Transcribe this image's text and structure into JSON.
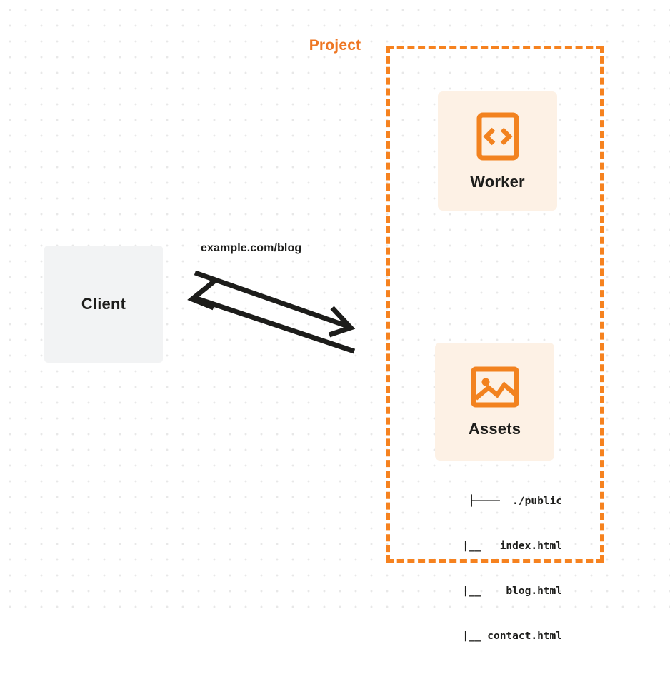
{
  "diagram": {
    "background": {
      "style": "dot-grid",
      "dot_color": "#e8e8e8",
      "page_color": "#ffffff"
    },
    "colors": {
      "accent_orange": "#f6821f",
      "title_orange": "#ee7623",
      "card_fill": "#fdf1e5",
      "client_fill": "#f2f3f4",
      "text_dark": "#1d1d1b",
      "arrow_stroke": "#1d1d1b"
    },
    "client": {
      "label": "Client",
      "icon": "none"
    },
    "connection": {
      "label": "example.com/blog",
      "arrows": [
        {
          "name": "request-arrow",
          "direction": "client-to-project"
        },
        {
          "name": "response-arrow",
          "direction": "project-to-client"
        }
      ]
    },
    "project": {
      "title": "Project",
      "border_style": "dashed",
      "nodes": [
        {
          "label": "Worker",
          "icon": "code-brackets-icon",
          "icon_glyph": "<>"
        },
        {
          "label": "Assets",
          "icon": "image-icon"
        }
      ]
    },
    "file_tree": {
      "rows": [
        {
          "prefix": "├────",
          "name": "./public"
        },
        {
          "prefix": "|__",
          "name": "index.html"
        },
        {
          "prefix": "|__",
          "name": "blog.html"
        },
        {
          "prefix": "|__",
          "name": "contact.html"
        }
      ],
      "lines": [
        "├────  ./public",
        "  |__   index.html",
        "  |__    blog.html",
        "  |__ contact.html"
      ]
    }
  }
}
